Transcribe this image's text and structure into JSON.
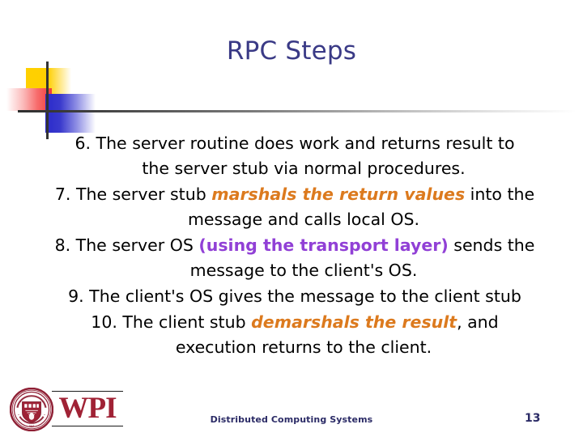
{
  "slide": {
    "title": "RPC Steps",
    "title_color": "#3a3a86",
    "background_color": "#ffffff"
  },
  "decoration": {
    "name": "powerpoint-template-blocks",
    "yellow_color": "#FFD000",
    "red_color": "#F23A3A",
    "blue_color": "#2A2ACB",
    "line_color": "#333333"
  },
  "highlight_colors": {
    "orange": "#DC7A1E",
    "purple": "#9140D6"
  },
  "body": {
    "steps": [
      {
        "number": "6.",
        "lines": [
          [
            {
              "text": "6. The server routine does work and  returns result to",
              "style": "plain"
            }
          ],
          [
            {
              "text": "the server stub via normal procedures.",
              "style": "plain"
            }
          ]
        ]
      },
      {
        "number": "7.",
        "lines": [
          [
            {
              "text": "7. The server stub ",
              "style": "plain"
            },
            {
              "text": "marshals the return values",
              "style": "orange"
            },
            {
              "text": " into the",
              "style": "plain"
            }
          ],
          [
            {
              "text": "message and calls local OS.",
              "style": "plain"
            }
          ]
        ]
      },
      {
        "number": "8.",
        "lines": [
          [
            {
              "text": "8. The server OS ",
              "style": "plain"
            },
            {
              "text": "(using the transport layer)",
              "style": "purple"
            },
            {
              "text": " sends the",
              "style": "plain"
            }
          ],
          [
            {
              "text": "message to the client's OS.",
              "style": "plain"
            }
          ]
        ]
      },
      {
        "number": "9.",
        "lines": [
          [
            {
              "text": "9. The client's OS gives the message to the client stub",
              "style": "plain"
            }
          ]
        ]
      },
      {
        "number": "10.",
        "lines": [
          [
            {
              "text": "10. The client stub ",
              "style": "plain"
            },
            {
              "text": "demarshals the result",
              "style": "orange"
            },
            {
              "text": ",  and",
              "style": "plain"
            }
          ],
          [
            {
              "text": "execution returns to the client.",
              "style": "plain"
            }
          ]
        ]
      }
    ]
  },
  "footer": {
    "logo_text": "WPI",
    "logo_color": "#A02235",
    "seal_alt": "wpi-seal",
    "caption": "Distributed Computing Systems",
    "caption_color": "#2b2b66",
    "page_number": "13"
  }
}
